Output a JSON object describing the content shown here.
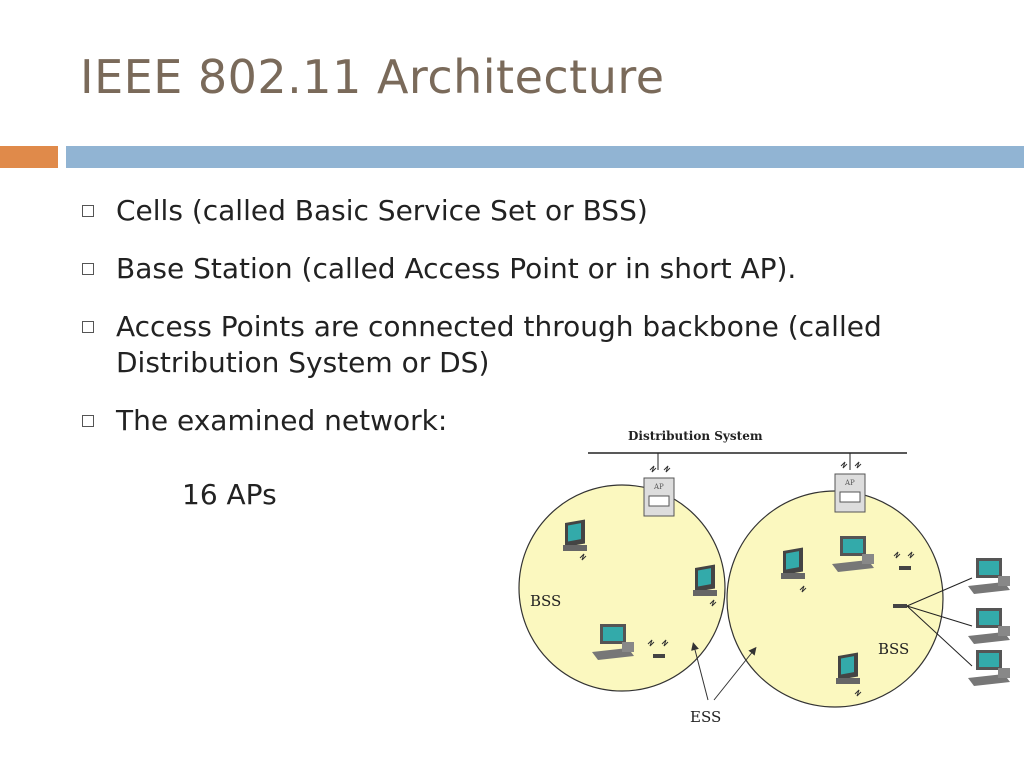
{
  "slide": {
    "title": "IEEE 802.11 Architecture",
    "bullets": [
      "Cells (called Basic Service Set or BSS)",
      "Base Station (called Access Point or in short AP).",
      "Access Points are connected through backbone (called Distribution System or DS)",
      "The examined network:"
    ],
    "sub_item": "16 APs"
  },
  "diagram": {
    "ds_label": "Distribution System",
    "ap_label": "AP",
    "bss_left_label": "BSS",
    "bss_right_label": "BSS",
    "ess_label": "ESS"
  },
  "colors": {
    "title": "#7a6a5a",
    "accent_orange": "#e08a4a",
    "accent_blue": "#91b4d3",
    "cell_fill": "#fbf8bf"
  }
}
